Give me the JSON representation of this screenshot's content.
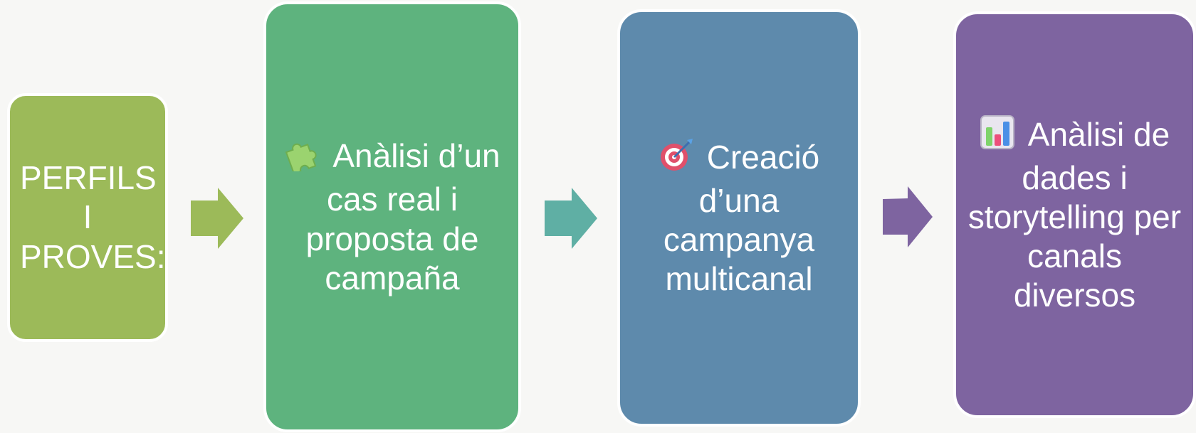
{
  "steps": [
    {
      "label": "PERFILS I PROVES:",
      "color": "#9cba59"
    },
    {
      "icon": "puzzle-piece-icon",
      "label": "Anàlisi d’un cas real i proposta de campaña",
      "color": "#5eb37e"
    },
    {
      "icon": "bullseye-target-icon",
      "label": "Creació d’una campanya multicanal",
      "color": "#5e8aac"
    },
    {
      "icon": "bar-chart-icon",
      "label": "Anàlisi de dades i storytelling per canals diversos",
      "color": "#7e64a0"
    }
  ],
  "arrows": [
    {
      "icon": "arrow-right-icon",
      "color": "#9cba59"
    },
    {
      "icon": "arrow-right-icon",
      "color": "#5fafa4"
    },
    {
      "icon": "arrow-right-icon",
      "color": "#7e64a0"
    }
  ]
}
